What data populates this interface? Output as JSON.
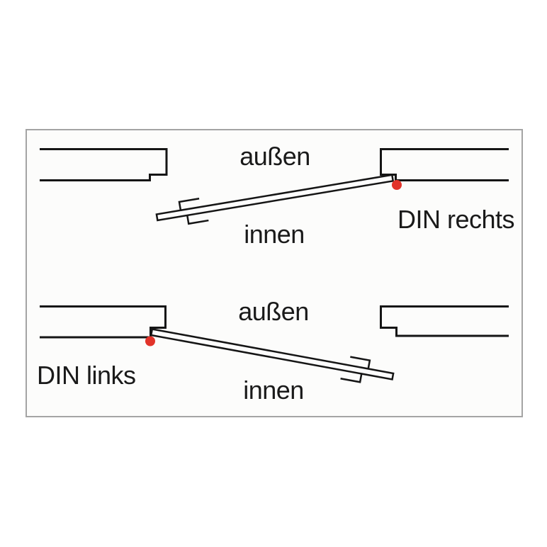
{
  "diagram": {
    "title_semantic": "DIN door handing diagram (plan view)",
    "top_scheme": {
      "outside_label": "außen",
      "inside_label": "innen",
      "handing_label": "DIN rechts",
      "hinge_side": "right"
    },
    "bottom_scheme": {
      "outside_label": "außen",
      "inside_label": "innen",
      "handing_label": "DIN links",
      "hinge_side": "left"
    }
  },
  "colors": {
    "line": "#151515",
    "text": "#1a1a1a",
    "hinge_dot": "#e2332a",
    "panel_border": "#a4a4a4",
    "panel_bg": "#fcfcfb",
    "page_bg": "#ffffff"
  }
}
